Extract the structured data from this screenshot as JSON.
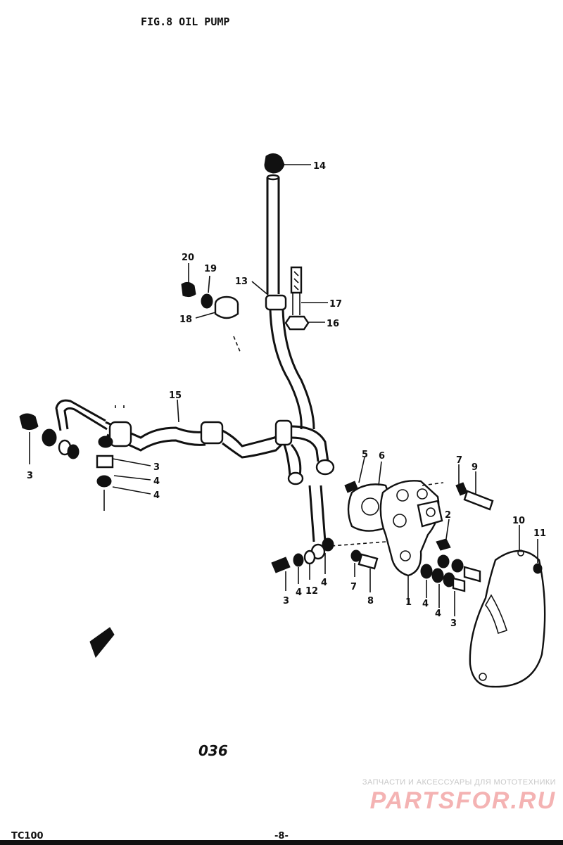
{
  "header": {
    "title": "FIG.8  OIL PUMP"
  },
  "footer": {
    "model": "TC100",
    "page": "-8-",
    "plate_code": "036"
  },
  "watermark": {
    "tagline": "ЗАПЧАСТИ И АКСЕССУАРЫ ДЛЯ МОТОТЕХНИКИ",
    "brand": "PARTSFOR.RU"
  },
  "callouts": {
    "c1": "1",
    "c2": "2",
    "c3a": "3",
    "c3b": "3",
    "c3c": "3",
    "c3d": "3",
    "c4a": "4",
    "c4b": "4",
    "c4c": "4",
    "c4d": "4",
    "c4e": "4",
    "c4f": "4",
    "c5": "5",
    "c6": "6",
    "c7a": "7",
    "c7b": "7",
    "c8": "8",
    "c9": "9",
    "c10": "10",
    "c11": "11",
    "c12": "12",
    "c13": "13",
    "c14": "14",
    "c15": "15",
    "c16": "16",
    "c17": "17",
    "c18": "18",
    "c19": "19",
    "c20": "20"
  }
}
